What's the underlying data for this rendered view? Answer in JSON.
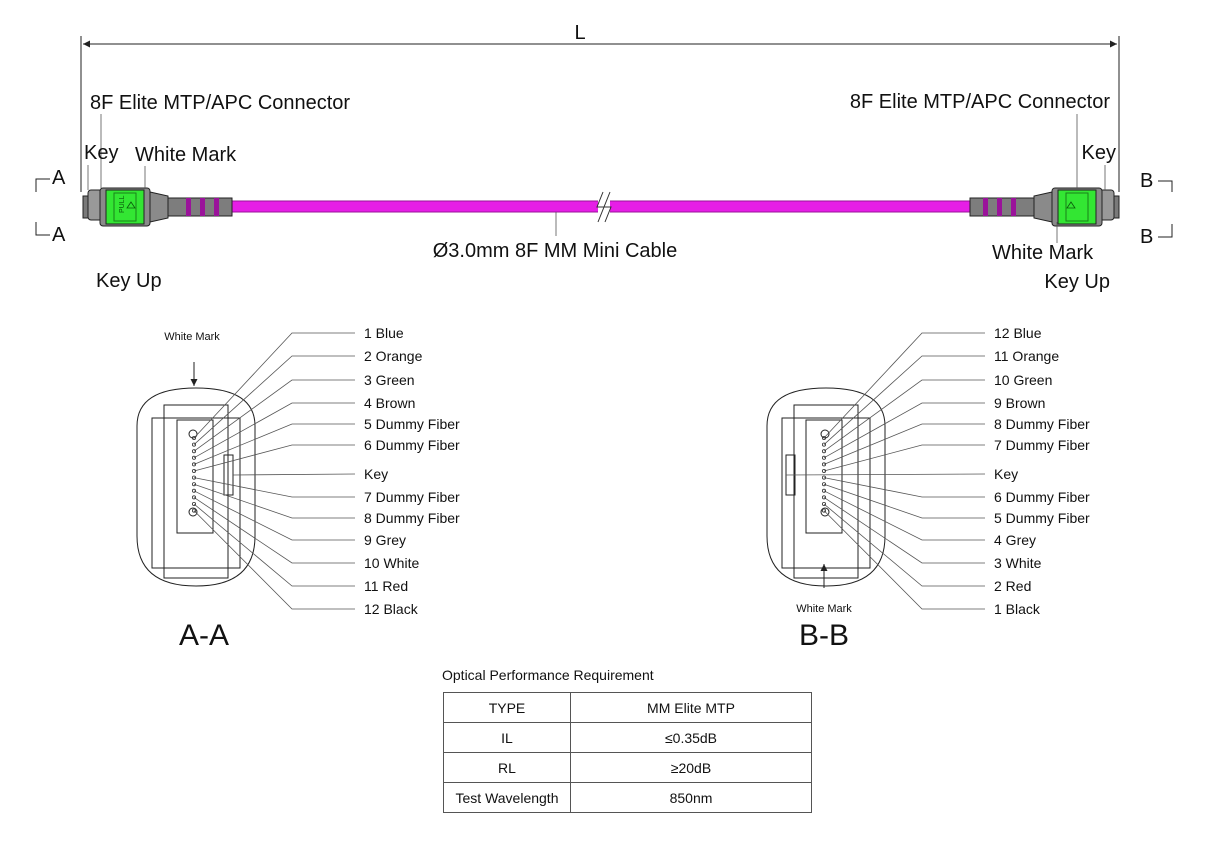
{
  "dimension": {
    "length_label": "L"
  },
  "left_end": {
    "connector_label": "8F Elite MTP/APC Connector",
    "key_label": "Key",
    "white_mark_label": "White Mark",
    "section_marker": "A",
    "orientation_label": "Key Up"
  },
  "right_end": {
    "connector_label": "8F Elite MTP/APC Connector",
    "key_label": "Key",
    "white_mark_label": "White Mark",
    "section_marker": "B",
    "orientation_label": "Key  Up"
  },
  "cable": {
    "label": "Ø3.0mm 8F MM Mini Cable",
    "color": "#e61ee6"
  },
  "connector_housing_color": "#33e633",
  "section_aa": {
    "title": "A-A",
    "white_mark_label": "White Mark",
    "fibers_top": [
      "1 Blue",
      "2 Orange",
      "3 Green",
      "4 Brown",
      "5 Dummy Fiber",
      "6 Dummy Fiber"
    ],
    "key_label": "Key",
    "fibers_bottom": [
      "7 Dummy Fiber",
      "8 Dummy Fiber",
      "9 Grey",
      "10 White",
      "11 Red",
      "12 Black"
    ]
  },
  "section_bb": {
    "title": "B-B",
    "white_mark_label": "White Mark",
    "fibers_top": [
      "12 Blue",
      "11 Orange",
      "10 Green",
      "9 Brown",
      "8 Dummy Fiber",
      "7 Dummy Fiber"
    ],
    "key_label": "Key",
    "fibers_bottom": [
      "6 Dummy Fiber",
      "5 Dummy Fiber",
      "4 Grey",
      "3 White",
      "2 Red",
      "1 Black"
    ]
  },
  "performance": {
    "title": "Optical Performance Requirement",
    "rows": [
      [
        "TYPE",
        "MM Elite MTP"
      ],
      [
        "IL",
        "≤0.35dB"
      ],
      [
        "RL",
        "≥20dB"
      ],
      [
        "Test Wavelength",
        "850nm"
      ]
    ]
  }
}
